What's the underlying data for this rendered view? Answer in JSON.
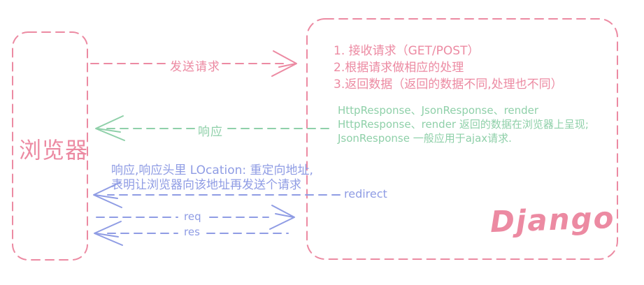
{
  "colors": {
    "pink": "#ec8aa2",
    "green": "#8fd0a9",
    "purple": "#8f9ce4"
  },
  "browser_box": {
    "label": "浏览器"
  },
  "django_box": {
    "steps": [
      "1. 接收请求（GET/POST）",
      "2.根据请求做相应的处理",
      "3.返回数据（返回的数据不同,处理也不同）"
    ],
    "response_notes": [
      "HttpResponse、JsonResponse、render",
      "HttpResponse、render 返回的数据在浏览器上呈现;",
      "JsonResponse 一般应用于ajax请求."
    ],
    "title": "Django"
  },
  "arrows": {
    "send_request": {
      "label": "发送请求"
    },
    "response": {
      "label": "响应"
    },
    "redirect": {
      "label": "redirect",
      "note_line1": "响应,响应头里 LOcation: 重定向地址,",
      "note_line2": "表明让浏览器向该地址再发送个请求"
    },
    "request_short": {
      "label": "req"
    },
    "response_short": {
      "label": "res"
    }
  }
}
